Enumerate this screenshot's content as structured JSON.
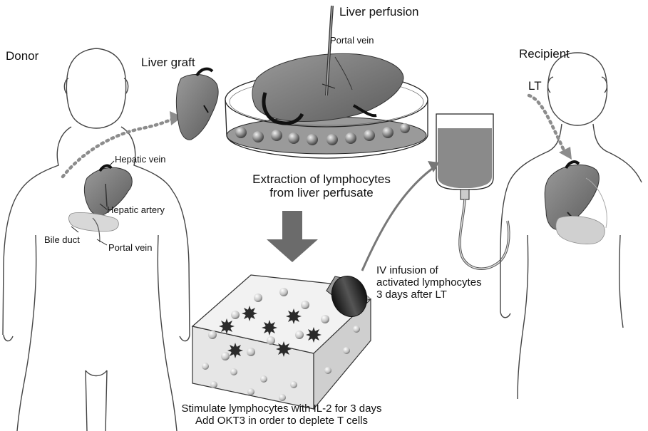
{
  "labels": {
    "donor": "Donor",
    "liver_graft": "Liver graft",
    "liver_perfusion": "Liver perfusion",
    "portal_vein_top": "Portal vein",
    "recipient": "Recipient",
    "lt": "LT",
    "hepatic_vein": "Hepatic vein",
    "hepatic_artery": "Hepatic artery",
    "bile_duct": "Bile duct",
    "portal_vein_donor": "Portal vein",
    "extraction_line1": "Extraction of lymphocytes",
    "extraction_line2": "from liver perfusate",
    "iv_line1": "IV infusion of",
    "iv_line2": "activated lymphocytes",
    "iv_line3": "3 days after LT",
    "stimulate_line1": "Stimulate lymphocytes with IL-2 for 3 days",
    "stimulate_line2": "Add OKT3 in order to deplete T cells"
  },
  "colors": {
    "liver": "#7a7a7a",
    "dark": "#1e1e1e",
    "outline": "#333333",
    "arrow_gray": "#8c8c8c",
    "bag_fill": "#8a8a8a",
    "dish_fill": "#9a9a9a",
    "cell_fill": "#bdbdbd"
  }
}
